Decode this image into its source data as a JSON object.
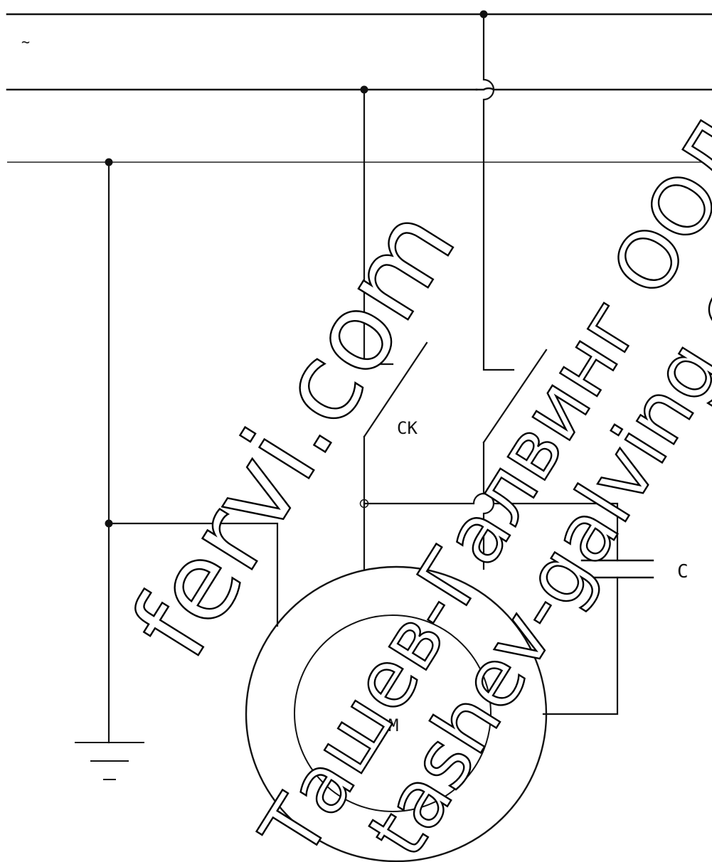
{
  "labels": {
    "ac_symbol": "~",
    "switch": "CK",
    "capacitor": "C",
    "motor": "M"
  },
  "watermarks": [
    "fervi.com",
    "Ташев-Галвинг ООД",
    "tashev-galving.co"
  ],
  "colors": {
    "line": "#111111",
    "background": "#ffffff"
  }
}
